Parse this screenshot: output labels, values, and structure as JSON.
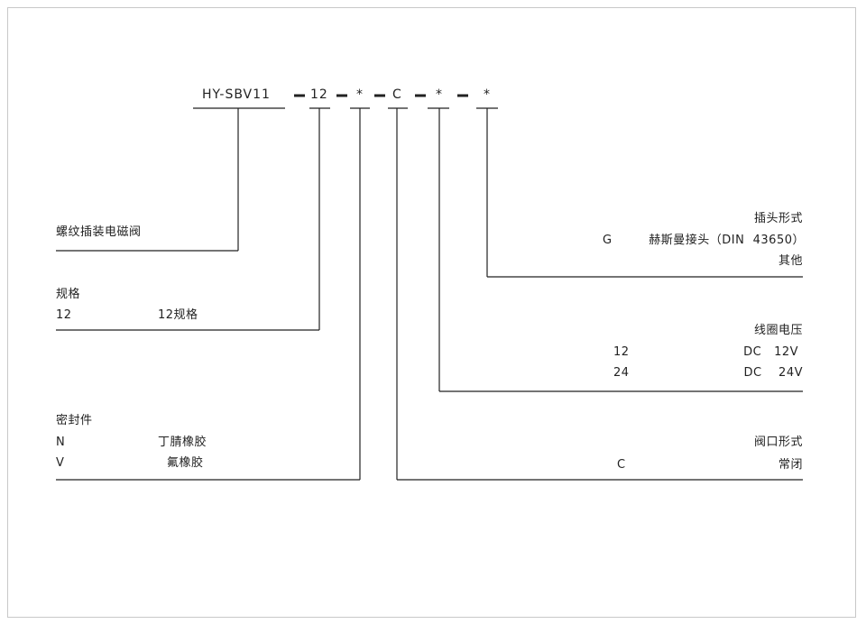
{
  "code": {
    "base": "HY-SBV11",
    "size": "12",
    "seal": "*",
    "valve_port": "C",
    "coil": "*",
    "connector": "*"
  },
  "left": {
    "product": "螺纹插装电磁阀",
    "spec": {
      "title": "规格",
      "rows": [
        {
          "code": "12",
          "desc": "12规格"
        }
      ]
    },
    "seal": {
      "title": "密封件",
      "rows": [
        {
          "code": "N",
          "desc": "丁腈橡胶"
        },
        {
          "code": "V",
          "desc": "氟橡胶"
        }
      ]
    }
  },
  "right": {
    "connector": {
      "title": "插头形式",
      "rows": [
        {
          "code": "G",
          "desc": "赫斯曼接头（DIN  43650）"
        },
        {
          "code": "",
          "desc": "其他"
        }
      ]
    },
    "coil": {
      "title": "线圈电压",
      "rows": [
        {
          "code": "12",
          "desc": "DC   12V"
        },
        {
          "code": "24",
          "desc": "DC    24V"
        }
      ]
    },
    "port": {
      "title": "阀口形式",
      "rows": [
        {
          "code": "C",
          "desc": "常闭"
        }
      ]
    }
  }
}
